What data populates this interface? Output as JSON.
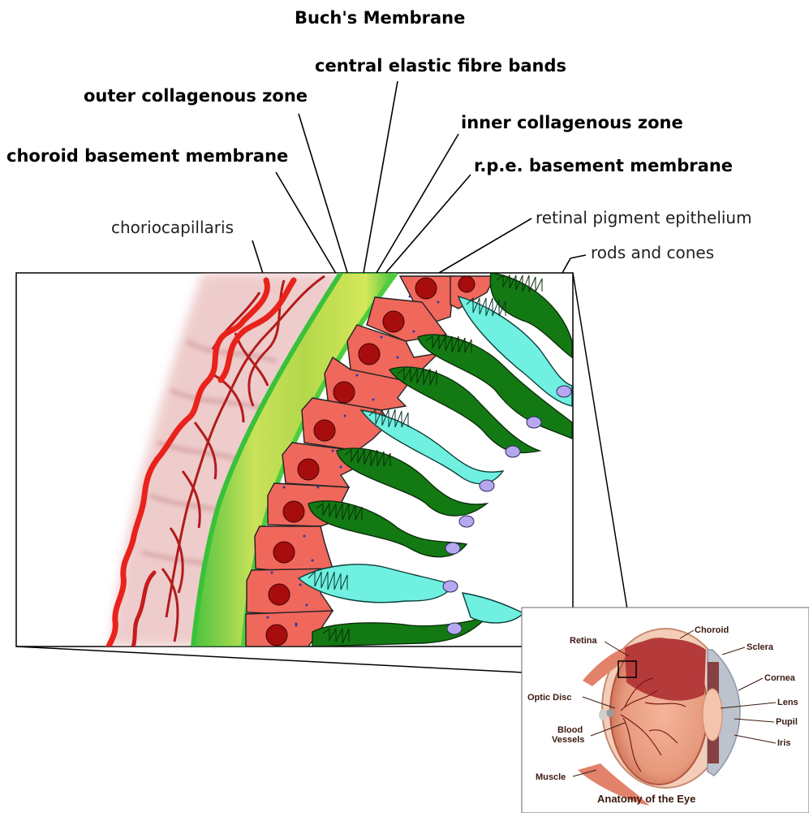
{
  "diagram": {
    "title": "Buch's Membrane",
    "labels": {
      "central_elastic": "central elastic fibre bands",
      "outer_collagenous": "outer collagenous zone",
      "inner_collagenous": "inner collagenous zone",
      "choroid_basement": "choroid basement membrane",
      "rpe_basement": "r.p.e. basement membrane",
      "choriocapillaris": "choriocapillaris",
      "retinal_pigment": "retinal pigment epithelium",
      "rods_cones": "rods and cones"
    },
    "inset": {
      "title": "Anatomy of the Eye",
      "labels": {
        "retina": "Retina",
        "choroid": "Choroid",
        "sclera": "Sclera",
        "cornea": "Cornea",
        "lens": "Lens",
        "pupil": "Pupil",
        "iris": "Iris",
        "optic_disc": "Optic Disc",
        "blood": "Blood",
        "vessels": "Vessels",
        "muscle": "Muscle"
      }
    },
    "colors": {
      "vessel_red": "#e8231c",
      "vessel_dark": "#b01515",
      "membrane_green": "#3fbf3f",
      "membrane_yellow": "#d6e85a",
      "rpe_cell": "#f0675c",
      "nucleus": "#a80d0d",
      "rod_dark": "#127812",
      "cone_cyan": "#6ff0e0",
      "cell_nucleus": "#b7a7f0"
    }
  }
}
